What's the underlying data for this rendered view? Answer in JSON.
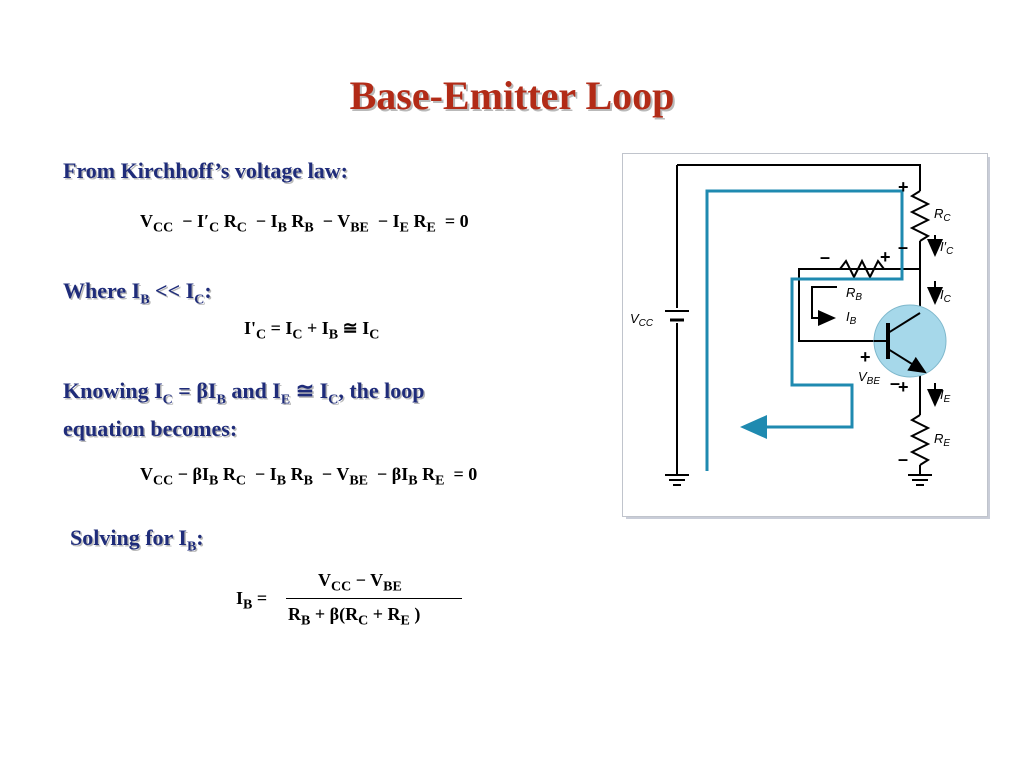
{
  "title": "Base-Emitter Loop",
  "kvl_heading": "From Kirchhoff’s voltage law:",
  "kvl_equation": "VCC − I′C RC − IB RB − VBE − IE RE = 0",
  "where_heading": "Where IB << IC:",
  "where_equation": "I'C = IC + IB ≅ IC",
  "knowing_heading_line1": "Knowing IC = βIB and IE ≅ IC, the loop",
  "knowing_heading_line2": "equation becomes:",
  "loop_equation": "VCC − βIB RC − IB RB − VBE − βIB RE = 0",
  "solving_heading": "Solving for IB:",
  "solution": {
    "lhs": "IB =",
    "numerator": "VCC − VBE",
    "denominator": "RB + β(RC + RE )"
  },
  "circuit_labels": {
    "vcc": "VCC",
    "rc": "RC",
    "ic_prime": "I′C",
    "ic": "IC",
    "rb": "RB",
    "ib": "IB",
    "vbe": "VBE",
    "ie": "IE",
    "re": "RE",
    "plus": "+",
    "minus": "–"
  },
  "colors": {
    "title": "#b22b17",
    "heading": "#1f2c7a",
    "loop_path": "#1f8ab0",
    "transistor_fill": "#a6d8ea"
  }
}
